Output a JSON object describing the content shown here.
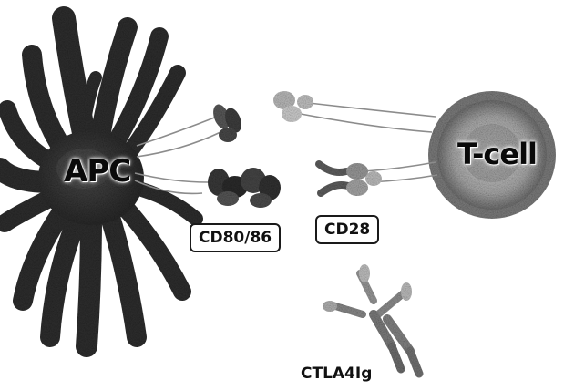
{
  "labels": {
    "apc": "APC",
    "tcell": "T-cell",
    "cd80_86": "CD80/86",
    "cd28": "CD28",
    "ctla4ig": "CTLA4Ig"
  },
  "colors": {
    "cell_dark": "#2f2f2f",
    "cell_mid": "#6a6a6a",
    "tcell_ring": "#7a7a7a",
    "tcell_core": "#bdbdbd",
    "receptor_light": "#c9c9c9"
  }
}
